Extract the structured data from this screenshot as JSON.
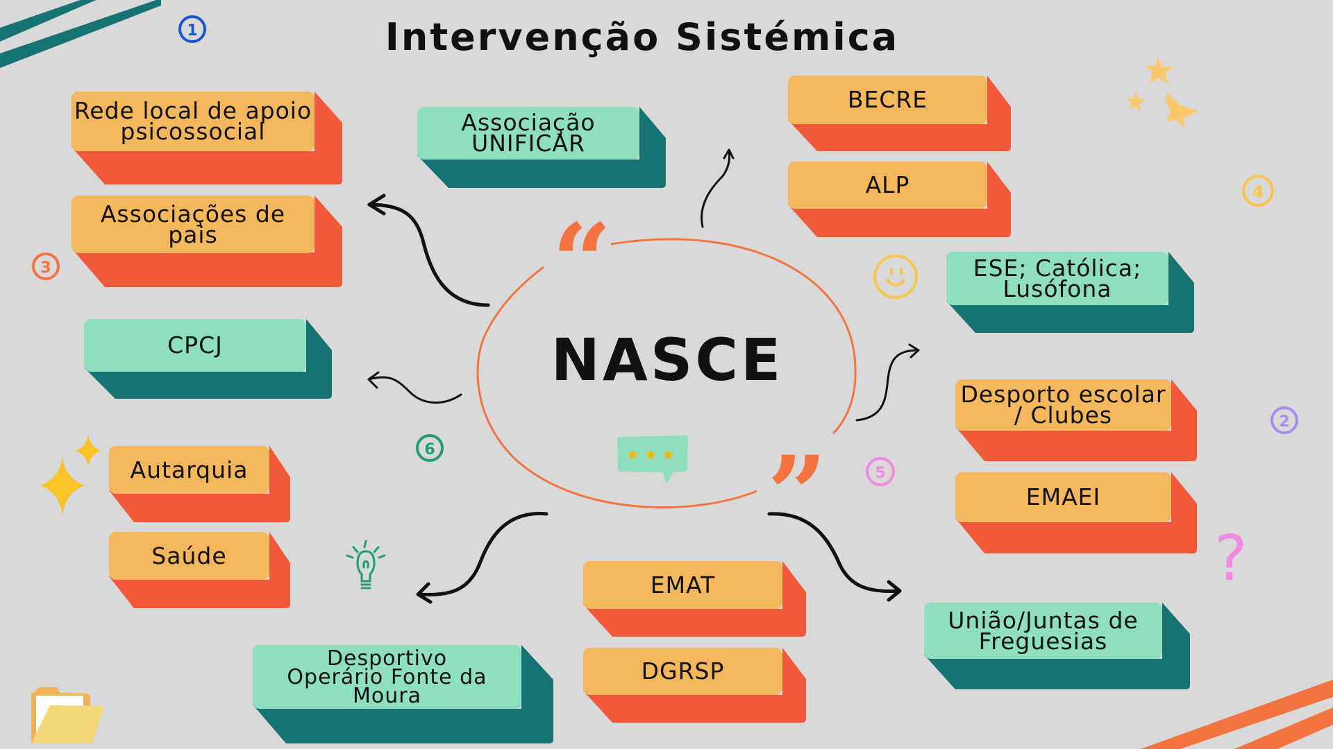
{
  "title": "Intervenção Sistémica",
  "center": {
    "label": "NASCE",
    "quote_open": "“",
    "quote_close": "”"
  },
  "colors": {
    "background": "#d9d9d9",
    "orange_face": "#f5b75c",
    "orange_side": "#f05a3a",
    "teal_face": "#8edec0",
    "teal_side": "#167372",
    "ellipse": "#f47440",
    "arrows": "#111111"
  },
  "nodes": [
    {
      "id": "rede-local",
      "label": "Rede local de apoio psicossocial",
      "lines": [
        "Rede local de apoio",
        "psicossocial"
      ],
      "style": "orange"
    },
    {
      "id": "associacoes-pais",
      "label": "Associações de pais",
      "lines": [
        "Associações de",
        "pais"
      ],
      "style": "orange"
    },
    {
      "id": "cpcj",
      "label": "CPCJ",
      "lines": [
        "CPCJ"
      ],
      "style": "teal"
    },
    {
      "id": "autarquia",
      "label": "Autarquia",
      "lines": [
        "Autarquia"
      ],
      "style": "orange"
    },
    {
      "id": "saude",
      "label": "Saúde",
      "lines": [
        "Saúde"
      ],
      "style": "orange"
    },
    {
      "id": "desportivo",
      "label": "Desportivo Operário Fonte da Moura",
      "lines": [
        "Desportivo",
        "Operário Fonte da",
        "Moura"
      ],
      "style": "teal"
    },
    {
      "id": "unificar",
      "label": "Associação UNIFICAR",
      "lines": [
        "Associação",
        "UNIFICAR"
      ],
      "style": "teal"
    },
    {
      "id": "becre",
      "label": "BECRE",
      "lines": [
        "BECRE"
      ],
      "style": "orange"
    },
    {
      "id": "alp",
      "label": "ALP",
      "lines": [
        "ALP"
      ],
      "style": "orange"
    },
    {
      "id": "emat",
      "label": "EMAT",
      "lines": [
        "EMAT"
      ],
      "style": "orange"
    },
    {
      "id": "dgrsp",
      "label": "DGRSP",
      "lines": [
        "DGRSP"
      ],
      "style": "orange"
    },
    {
      "id": "ese",
      "label": "ESE; Católica; Lusófona",
      "lines": [
        "ESE; Católica;",
        "Lusófona"
      ],
      "style": "teal"
    },
    {
      "id": "desporto-escolar",
      "label": "Desporto escolar / Clubes",
      "lines": [
        "Desporto escolar",
        "/ Clubes"
      ],
      "style": "orange"
    },
    {
      "id": "emaei",
      "label": "EMAEI",
      "lines": [
        "EMAEI"
      ],
      "style": "orange"
    },
    {
      "id": "uniao-juntas",
      "label": "União/Juntas de Freguesias",
      "lines": [
        "União/Juntas de",
        "Freguesias"
      ],
      "style": "teal"
    }
  ],
  "decorations": {
    "numbered_circles": [
      {
        "label": "1",
        "color": "#1d55d0"
      },
      {
        "label": "2",
        "color": "#a98bf5"
      },
      {
        "label": "3",
        "color": "#f47440"
      },
      {
        "label": "4",
        "color": "#f8c54e"
      },
      {
        "label": "5",
        "color": "#f18ae0"
      },
      {
        "label": "6",
        "color": "#1e9e72"
      }
    ],
    "question_mark": "?",
    "rating_stars": "★★★"
  }
}
